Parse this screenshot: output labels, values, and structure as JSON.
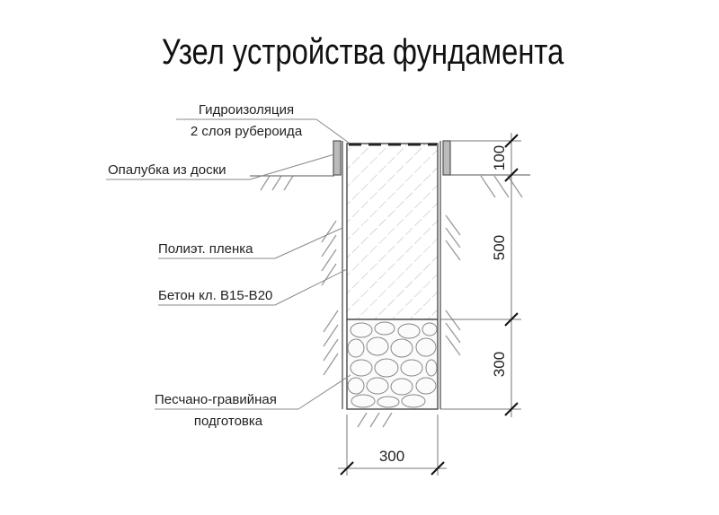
{
  "title": "Узел устройства фундамента",
  "labels": {
    "waterproofing_line1": "Гидроизоляция",
    "waterproofing_line2": "2 слоя рубероида",
    "formwork": "Опалубка из доски",
    "poly_film": "Полиэт. пленка",
    "concrete": "Бетон кл. В15-В20",
    "gravel_line1": "Песчано-гравийная",
    "gravel_line2": "подготовка"
  },
  "dimensions": {
    "above_ground": "100",
    "concrete_depth": "500",
    "gravel_depth": "300",
    "width": "300"
  },
  "colors": {
    "line": "#555555",
    "hatch": "#9a9a9a",
    "text": "#222222"
  }
}
